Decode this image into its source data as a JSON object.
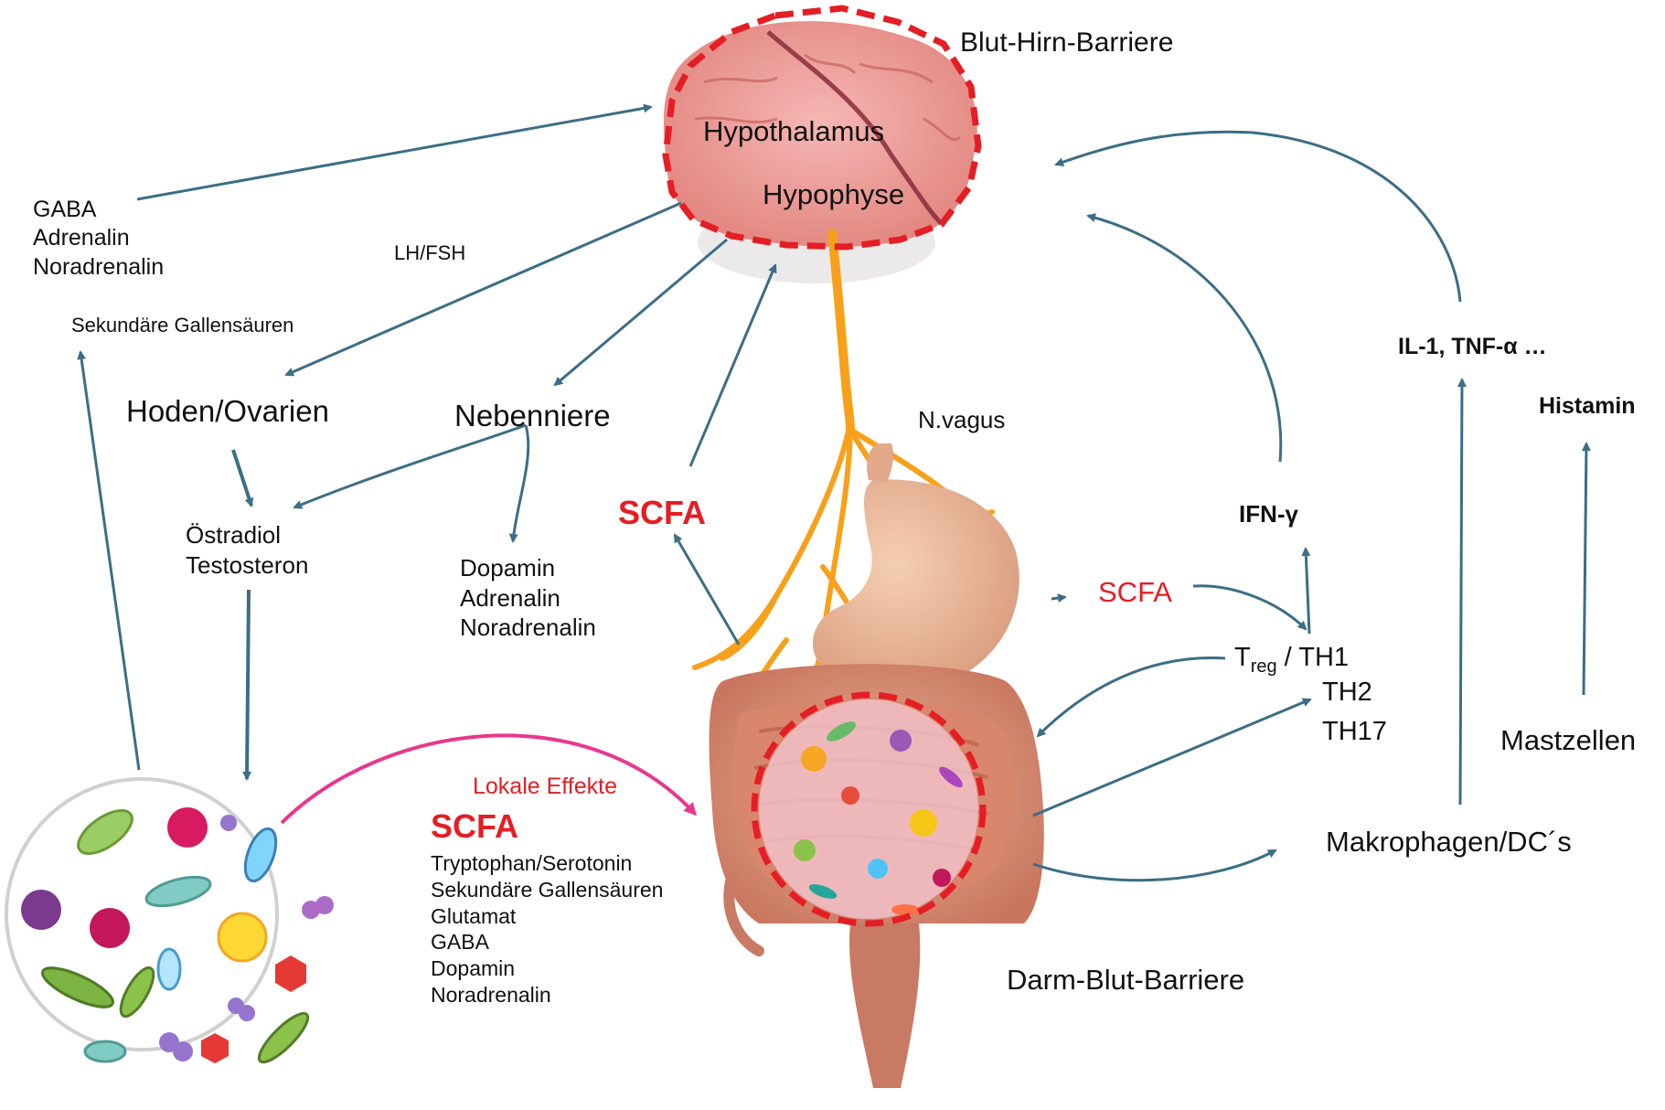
{
  "brain": {
    "hypothalamus": "Hypothalamus",
    "hypophyse": "Hypophyse",
    "barrier": "Blut-Hirn-Barriere"
  },
  "left_top": {
    "neurotransmitters": [
      "GABA",
      "Adrenalin",
      "Noradrenalin"
    ],
    "lh_fsh": "LH/FSH",
    "bile_acids": "Sekundäre Gallensäuren"
  },
  "organs": {
    "hoden": "Hoden/Ovarien",
    "nebenniere": "Nebenniere"
  },
  "hormones": {
    "sex": [
      "Östradiol",
      "Testosteron"
    ],
    "adrenal": [
      "Dopamin",
      "Adrenalin",
      "Noradrenalin"
    ]
  },
  "center": {
    "scfa_top": "SCFA",
    "vagus": "N.vagus",
    "gut_barrier": "Darm-Blut-Barriere"
  },
  "local": {
    "title": "Lokale Effekte",
    "scfa": "SCFA",
    "items": [
      "Tryptophan/Serotonin",
      "Sekundäre Gallensäuren",
      "Glutamat",
      "GABA",
      "Dopamin",
      "Noradrenalin"
    ]
  },
  "immune": {
    "ifn": "IFN-γ",
    "scfa": "SCFA",
    "treg_main": "T",
    "treg_sub": "reg",
    "th1": " / TH1",
    "th2": "TH2",
    "th17": "TH17",
    "cytokines": "IL-1, TNF-α …",
    "histamin": "Histamin",
    "mastzellen": "Mastzellen",
    "makrophagen": "Makrophagen/DC´s"
  },
  "colors": {
    "arrow": "#3c6e86",
    "red": "#e41e24",
    "magenta": "#e8388e",
    "nerve": "#f7a11a",
    "brain": "#f0a3a0",
    "gut": "#d8927a"
  }
}
